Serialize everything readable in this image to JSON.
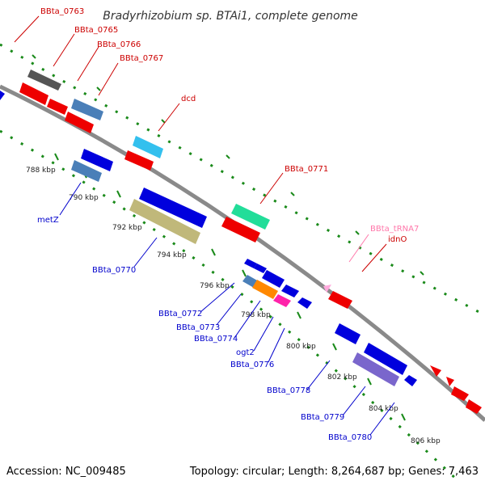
{
  "title": "Bradyrhizobium sp. BTAi1, complete genome",
  "footer": {
    "accession": "Accession: NC_009485",
    "summary": "Topology: circular; Length: 8,264,687 bp; Genes: 7,463"
  },
  "colors": {
    "forward_label": "#cc0000",
    "reverse_label": "#0000cc",
    "trna_label": "#ff77aa",
    "backbone": "#888888",
    "dots": "#1a8a1a"
  },
  "tick_labels": [
    "788 kbp",
    "790 kbp",
    "792 kbp",
    "794 kbp",
    "796 kbp",
    "798 kbp",
    "800 kbp",
    "802 kbp",
    "804 kbp",
    "806 kbp"
  ],
  "forward_labels": [
    "BBta_0763",
    "BBta_0765",
    "BBta_0766",
    "BBta_0767",
    "dcd",
    "BBta_0771",
    "BBta_tRNA7",
    "idnO"
  ],
  "reverse_labels": [
    "metZ",
    "BBta_0770",
    "BBta_0772",
    "BBta_0773",
    "BBta_0774",
    "ogt2",
    "BBta_0776",
    "BBta_0778",
    "BBta_0779",
    "BBta_0780"
  ]
}
